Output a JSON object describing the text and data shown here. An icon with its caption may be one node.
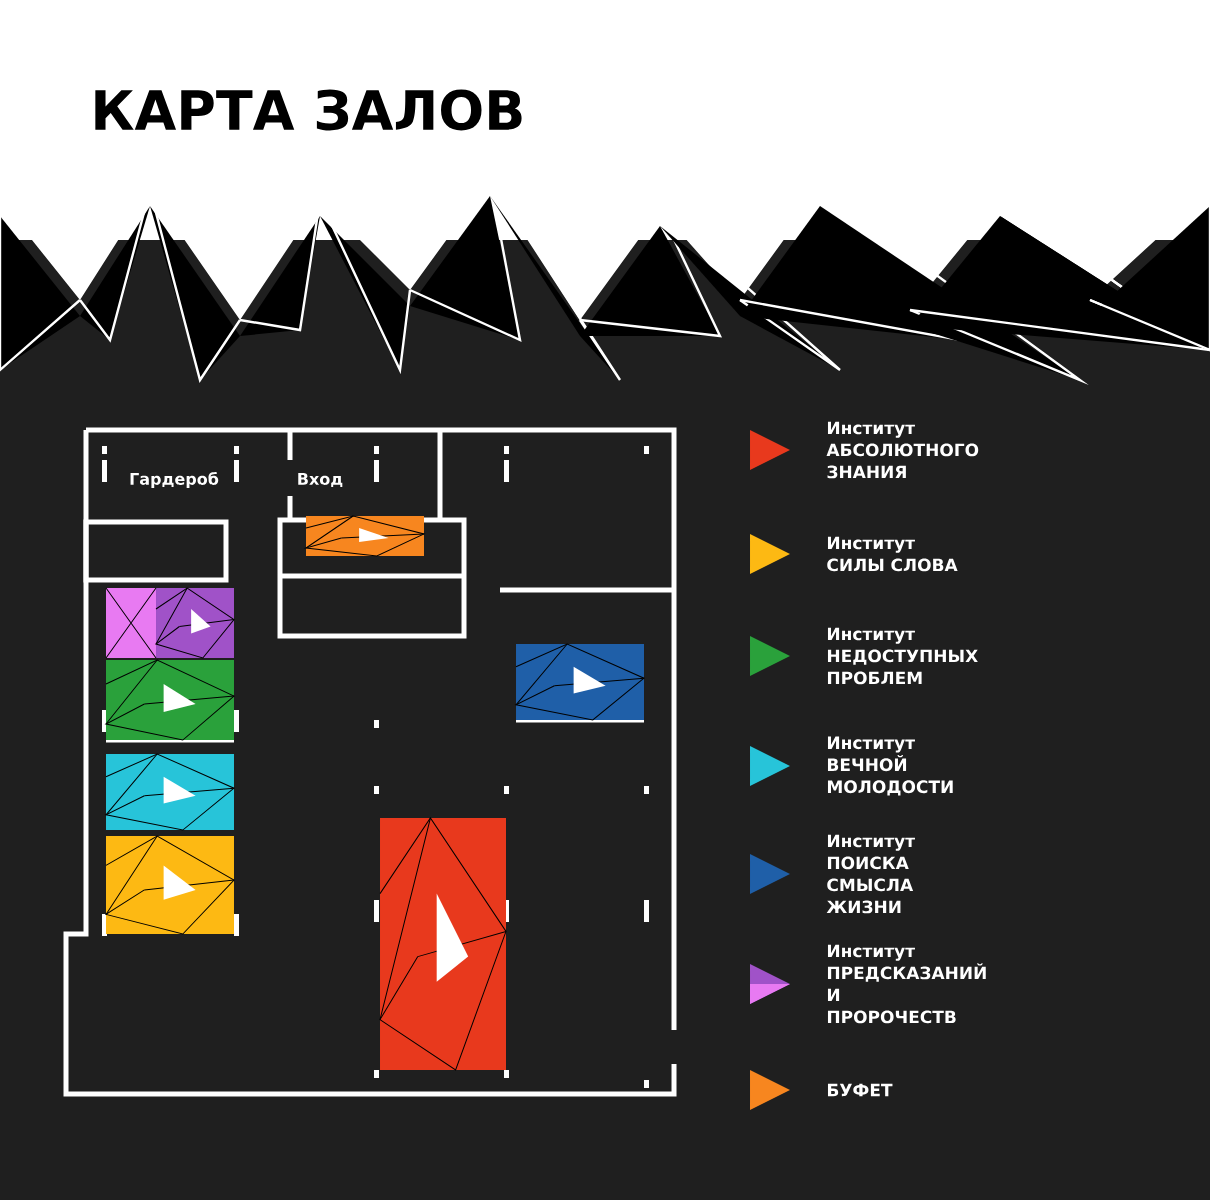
{
  "diagram": {
    "title": "КАРТА ЗАЛОВ",
    "labels": [
      "Гардероб",
      "Вход"
    ],
    "legend": [
      {
        "text": "Институт АБСОЛЮТНОГО ЗНАНИЯ",
        "color": "#e8391d"
      },
      {
        "text": "Институт СИЛЫ СЛОВА",
        "color": "#fdb913"
      },
      {
        "text": "Институт НЕДОСТУПНЫХ ПРОБЛЕМ",
        "color": "#2aa13b"
      },
      {
        "text": "Институт ВЕЧНОЙ МОЛОДОСТИ",
        "color": "#27c4d9"
      },
      {
        "text": "Институт ПОИСКА СМЫСЛА ЖИЗНИ",
        "color": "#1f5fa8"
      },
      {
        "text": "Институт ПРЕДСКАЗАНИЙ И ПРОРОЧЕСТВ",
        "color": "#a052c8"
      },
      {
        "text": "БУФЕТ",
        "color": "#f7861f"
      }
    ]
  }
}
